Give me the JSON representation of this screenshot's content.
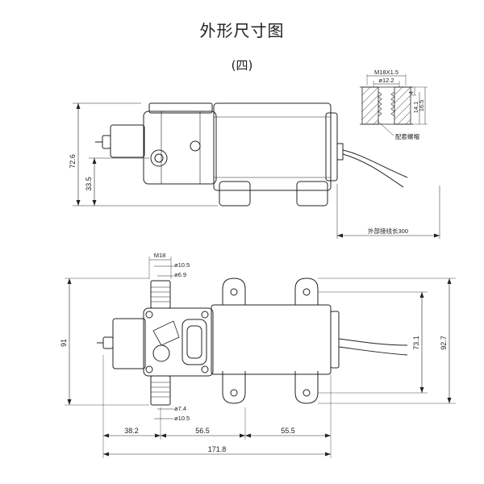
{
  "title": "外形尺寸图",
  "subtitle": "(四)",
  "top_view": {
    "height_total": "72.6",
    "height_inlet": "33.5",
    "cable_note": "外部接线长300"
  },
  "nut_detail": {
    "thread": "M18X1.5",
    "inner_dia": "ø12.2",
    "dim_a": "4",
    "dim_b": "14.1",
    "dim_c": "16.5",
    "note": "配套螺帽"
  },
  "front_view": {
    "port_thread": "M18",
    "top_port_outer": "ø10.5",
    "top_port_inner": "ø6.9",
    "bottom_port_inner": "ø7.4",
    "bottom_port_outer": "ø10.5",
    "height_left": "91",
    "height_mount": "73.1",
    "height_total": "92.7",
    "len_a": "38.2",
    "len_b": "56.5",
    "len_c": "55.5",
    "len_total": "171.8"
  }
}
